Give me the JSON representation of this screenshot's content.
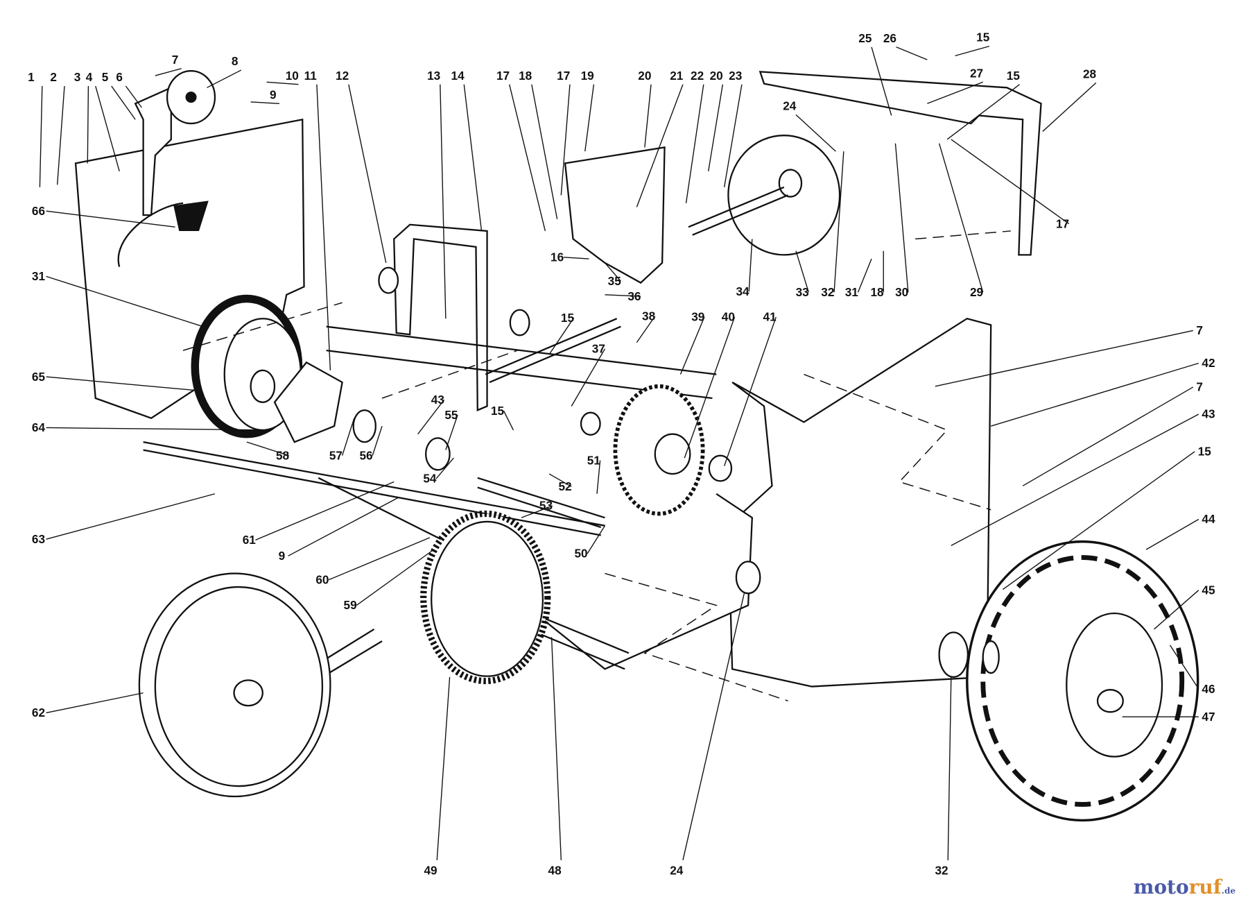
{
  "diagram": {
    "title": "Exploded parts diagram - traction drive assembly",
    "callouts": [
      "1",
      "2",
      "3",
      "4",
      "5",
      "6",
      "7",
      "8",
      "9",
      "10",
      "11",
      "12",
      "13",
      "14",
      "17",
      "18",
      "17",
      "19",
      "20",
      "21",
      "22",
      "20",
      "23",
      "25",
      "26",
      "15",
      "27",
      "15",
      "28",
      "24",
      "17",
      "66",
      "31",
      "16",
      "35",
      "36",
      "34",
      "33",
      "32",
      "31",
      "18",
      "30",
      "29",
      "15",
      "38",
      "39",
      "40",
      "41",
      "37",
      "7",
      "42",
      "7",
      "43",
      "15",
      "65",
      "64",
      "43",
      "15",
      "55",
      "57",
      "56",
      "58",
      "54",
      "51",
      "52",
      "53",
      "63",
      "61",
      "9",
      "60",
      "59",
      "50",
      "44",
      "45",
      "46",
      "47",
      "62",
      "49",
      "48",
      "24",
      "32"
    ]
  },
  "watermark": {
    "part1": "moto",
    "part2": "ruf",
    "suffix": ".de"
  }
}
